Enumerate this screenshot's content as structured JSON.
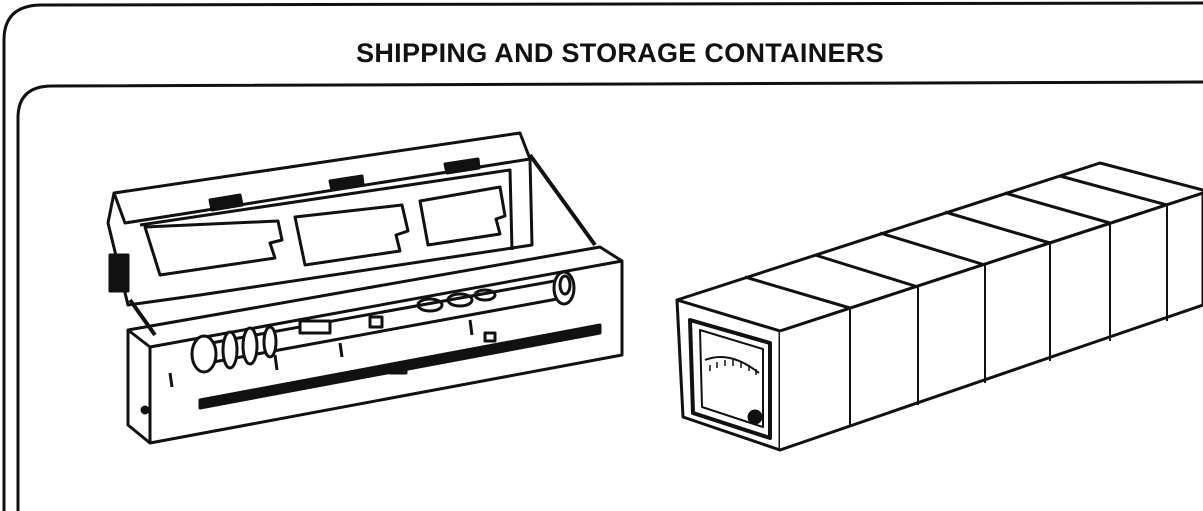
{
  "document": {
    "title": "SHIPPING AND STORAGE CONTAINERS"
  },
  "figures": [
    {
      "name": "open-shipping-container",
      "content": "open hinged case with cylindrical instrument in foam inserts"
    },
    {
      "name": "storage-container-box",
      "content": "long rectangular storage box with dial instrument at end"
    }
  ]
}
